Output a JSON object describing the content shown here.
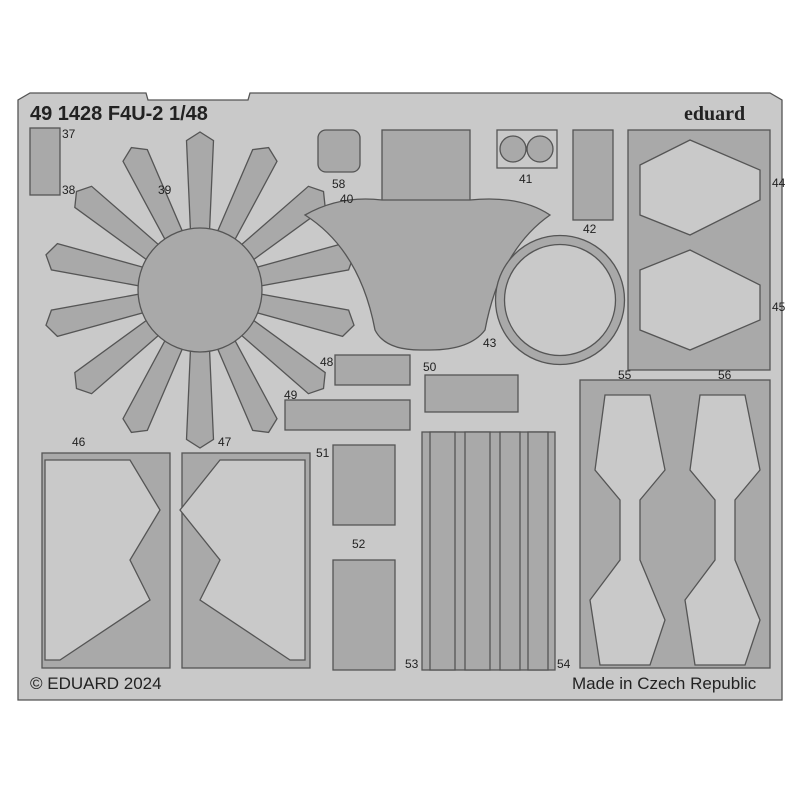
{
  "header": {
    "title": "49 1428 F4U-2 1/48",
    "brand": "eduard"
  },
  "footer": {
    "copyright": "© EDUARD 2024",
    "origin": "Made in Czech Republic"
  },
  "part_numbers": [
    "37",
    "38",
    "39",
    "40",
    "41",
    "42",
    "43",
    "44",
    "45",
    "46",
    "47",
    "48",
    "49",
    "50",
    "51",
    "52",
    "53",
    "54",
    "55",
    "56",
    "58"
  ],
  "colors": {
    "fret": "#c9c9c9",
    "part": "#a9a9a9",
    "outline": "#555555",
    "background": "#ffffff"
  }
}
